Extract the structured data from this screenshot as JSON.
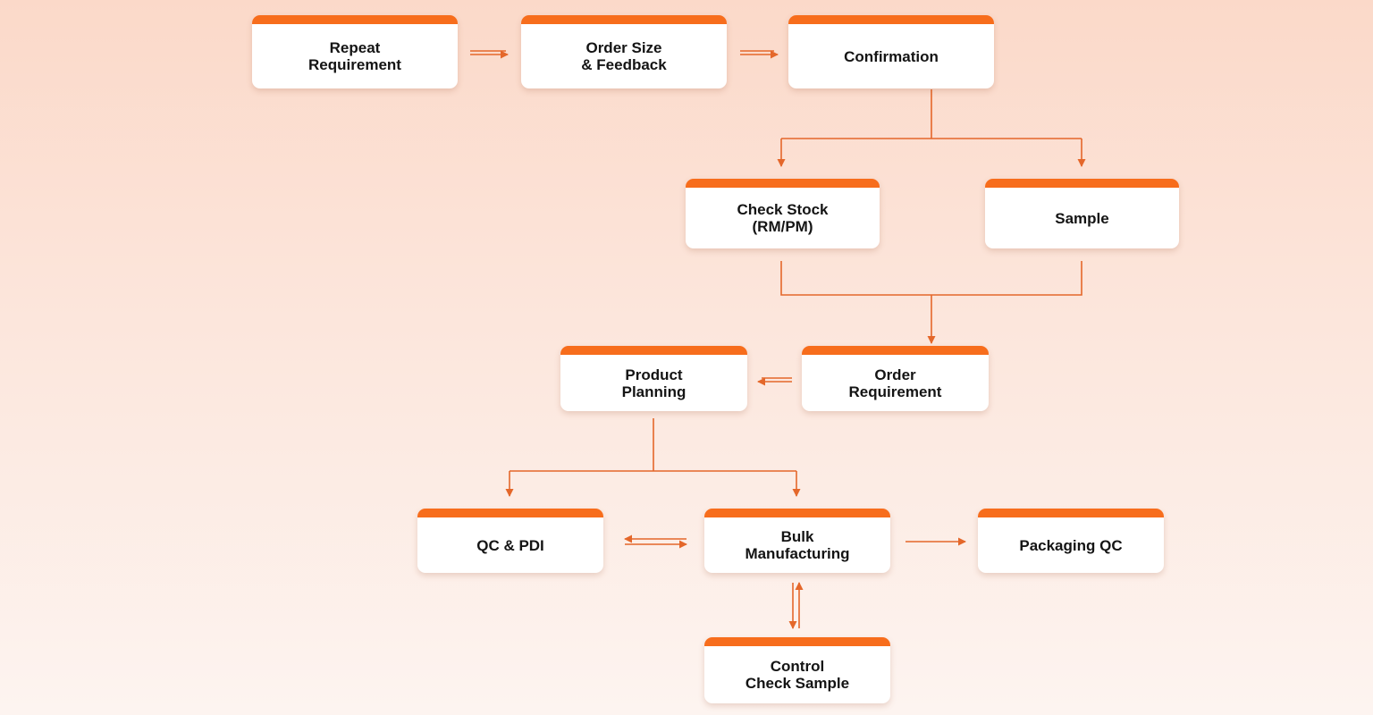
{
  "accent_color": "#f76d1c",
  "line_color": "#e4672a",
  "nodes": {
    "repeat_requirement": "Repeat\nRequirement",
    "order_size_feedback": "Order Size\n& Feedback",
    "confirmation": "Confirmation",
    "check_stock": "Check Stock\n(RM/PM)",
    "sample": "Sample",
    "product_planning": "Product\nPlanning",
    "order_requirement": "Order\nRequirement",
    "qc_pdi": "QC & PDI",
    "bulk_manufacturing": "Bulk\nManufacturing",
    "packaging_qc": "Packaging QC",
    "control_check_sample": "Control\nCheck Sample"
  }
}
